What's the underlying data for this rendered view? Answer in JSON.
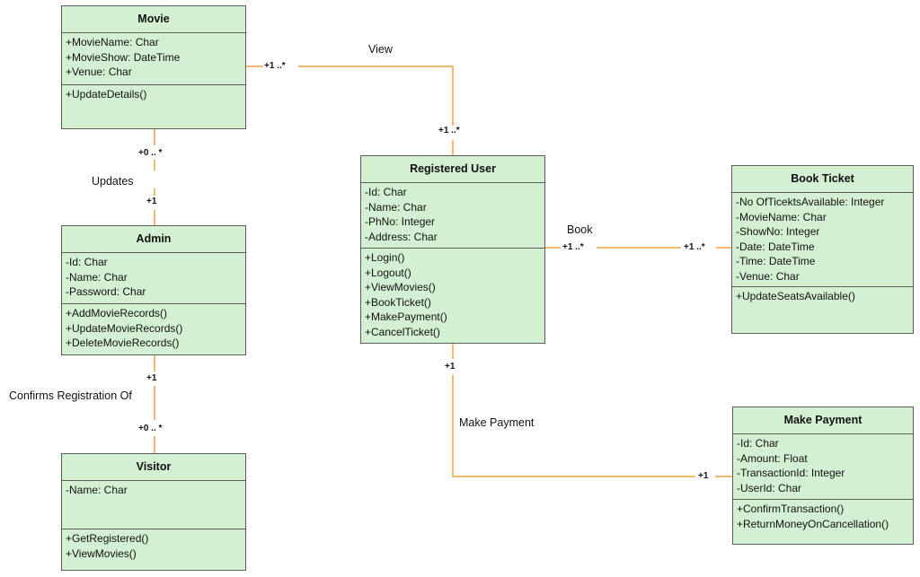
{
  "classes": {
    "movie": {
      "name": "Movie",
      "attributes": [
        "+MovieName: Char",
        "+MovieShow: DateTime",
        "+Venue: Char"
      ],
      "methods": [
        "+UpdateDetails()"
      ]
    },
    "admin": {
      "name": "Admin",
      "attributes": [
        "-Id: Char",
        "-Name: Char",
        "-Password: Char"
      ],
      "methods": [
        "+AddMovieRecords()",
        "+UpdateMovieRecords()",
        "+DeleteMovieRecords()"
      ]
    },
    "visitor": {
      "name": "Visitor",
      "attributes": [
        "-Name: Char"
      ],
      "methods": [
        "+GetRegistered()",
        "+ViewMovies()"
      ]
    },
    "registered_user": {
      "name": "Registered User",
      "attributes": [
        "-Id: Char",
        "-Name: Char",
        "-PhNo: Integer",
        "-Address: Char"
      ],
      "methods": [
        "+Login()",
        "+Logout()",
        "+ViewMovies()",
        "+BookTicket()",
        "+MakePayment()",
        "+CancelTicket()"
      ]
    },
    "book_ticket": {
      "name": "Book Ticket",
      "attributes": [
        "-No OfTicektsAvailable: Integer",
        "-MovieName: Char",
        "-ShowNo: Integer",
        "-Date: DateTime",
        "-Time: DateTime",
        "-Venue: Char"
      ],
      "methods": [
        "+UpdateSeatsAvailable()"
      ]
    },
    "make_payment": {
      "name": "Make Payment",
      "attributes": [
        "-Id: Char",
        "-Amount: Float",
        "-TransactionId: Integer",
        "-UserId: Char"
      ],
      "methods": [
        "+ConfirmTransaction()",
        "+ReturnMoneyOnCancellation()"
      ]
    }
  },
  "associations": {
    "view": {
      "label": "View",
      "source_mult": "+1 ..*",
      "target_mult": "+1 ..*"
    },
    "updates": {
      "label": "Updates",
      "source_mult": "+0 .. *",
      "target_mult": "+1"
    },
    "confirms": {
      "label": "Confirms Registration Of",
      "source_mult": "+1",
      "target_mult": "+0 .. *"
    },
    "book": {
      "label": "Book",
      "source_mult": "+1 ..*",
      "target_mult": "+1 ..*"
    },
    "make_payment": {
      "label": "Make Payment",
      "source_mult": "+1",
      "target_mult": "+1"
    }
  },
  "colors": {
    "class_fill": "#d4f0d2",
    "class_border": "#5c5c5c",
    "connector": "#f0a040"
  }
}
